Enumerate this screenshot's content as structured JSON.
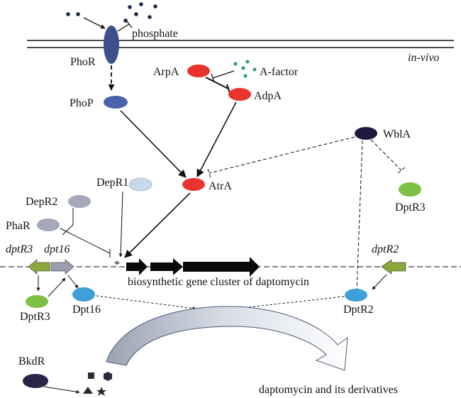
{
  "diagram": {
    "title": "Regulatory network of daptomycin biosynthesis",
    "labels": {
      "phosphate": "phosphate",
      "in_vivo": "in-vivo",
      "phor": "PhoR",
      "phop": "PhoP",
      "arpa": "ArpA",
      "a_factor": "A-factor",
      "adpa": "AdpA",
      "wbla": "WblA",
      "depr1": "DepR1",
      "depr2": "DepR2",
      "phar": "PhaR",
      "atra": "AtrA",
      "dptr3_right": "DptR3",
      "dptr3_gene": "dptR3",
      "dpt16_gene": "dpt16",
      "dptr2_gene": "dptR2",
      "cluster": "biosynthetic gene cluster of daptomycin",
      "promoter_star": "*",
      "dptr3_left": "DptR3",
      "dpt16": "Dpt16",
      "dptr2": "DptR2",
      "bkdr": "BkdR",
      "product": "daptomycin and its derivatives"
    },
    "colors": {
      "phor": "#3d4f8c",
      "phop": "#4a63ad",
      "red": "#e8342c",
      "a_factor_dots": "#2a9a78",
      "wbla": "#1e1a3e",
      "depr1": "#c7d9ea",
      "depr2": "#a5a8b8",
      "phar": "#a5a8b8",
      "green": "#7cc142",
      "dpt16": "#3ea0d8",
      "dptr2": "#3ea0d8",
      "bkdr": "#2a2448",
      "gene_green": "#8aa83a",
      "gene_gray": "#9a9cb0",
      "gene_black": "#0a0a0a"
    }
  }
}
